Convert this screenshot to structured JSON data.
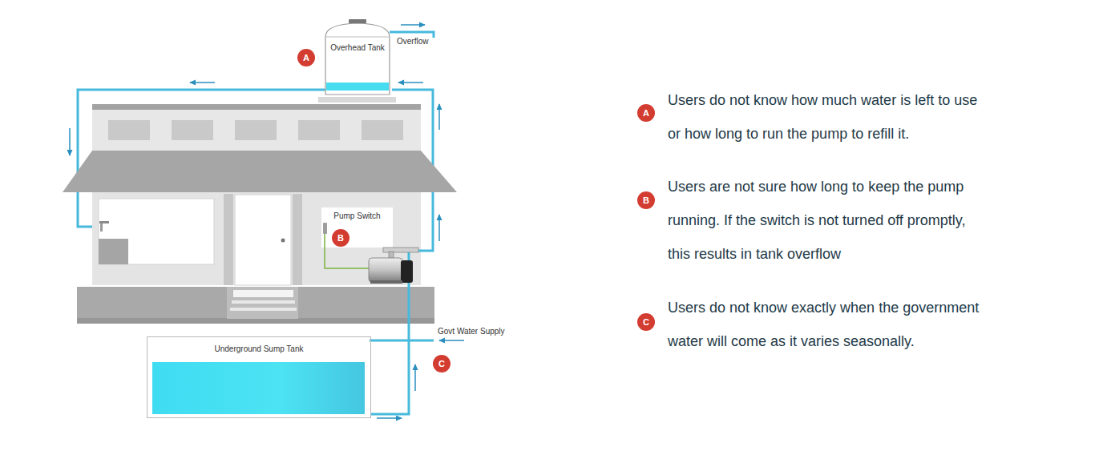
{
  "diagram": {
    "nodes": [
      {
        "text": [
          "Overhead Tank"
        ]
      },
      {
        "text": [
          "A"
        ]
      },
      {
        "text": [
          "Pump Switch"
        ]
      },
      {
        "text": [
          "B"
        ],
        "in": 2
      },
      {
        "text": [
          "Underground Sump Tank"
        ]
      },
      {
        "text": [
          "C"
        ]
      },
      {
        "text": [
          "A"
        ]
      },
      {
        "text": [
          "B"
        ]
      },
      {
        "text": [
          "C"
        ]
      }
    ],
    "edges": [
      {
        "from": 4,
        "to": 0,
        "arrow": "none"
      }
    ],
    "labels": [
      "Overflow",
      "Govt Water Supply",
      "Users do not know how much water is left to use or how long to run the pump to refill it.",
      "Users are not sure how long to keep the pump running. If the switch is not turned off promptly, this results in tank overflow",
      "Users do not know exactly when the government water will come as it varies seasonally."
    ]
  }
}
